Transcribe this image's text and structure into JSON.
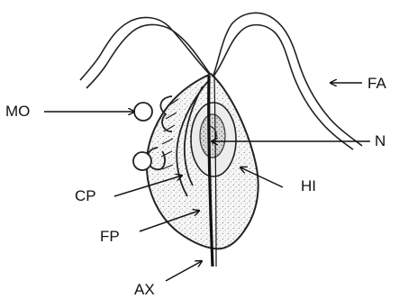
{
  "labels": {
    "mo": "MO",
    "fa": "FA",
    "n": "N",
    "cp": "CP",
    "hi": "HI",
    "fp": "FP",
    "ax": "AX"
  }
}
